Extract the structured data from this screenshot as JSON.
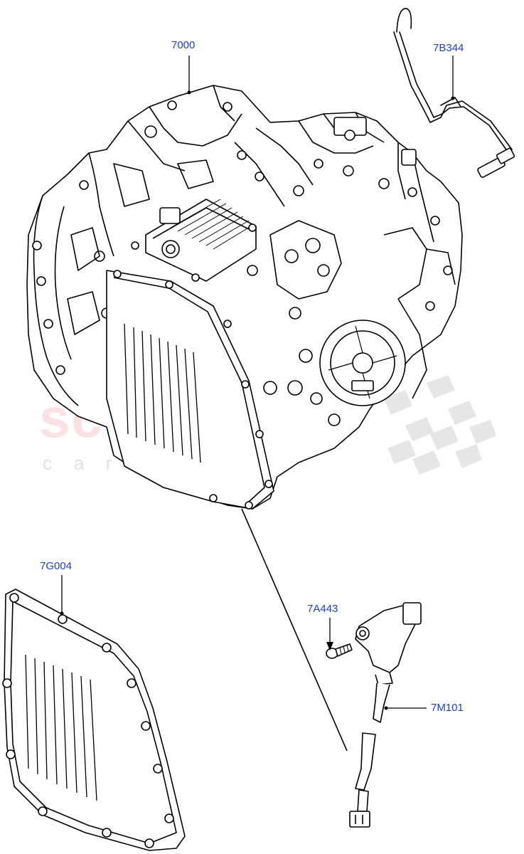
{
  "callouts": {
    "transmission": "7000",
    "breather_pipe": "7B344",
    "oil_pan": "7G004",
    "bolt": "7A443",
    "speed_sensor": "7M101"
  },
  "watermark": {
    "brand": "scuderia",
    "tagline": "car parts"
  },
  "colors": {
    "callout_text": "#1f3fbf",
    "line_art": "#000000",
    "watermark_brand": "#eb505a",
    "watermark_checker": "#c8c8c8"
  }
}
